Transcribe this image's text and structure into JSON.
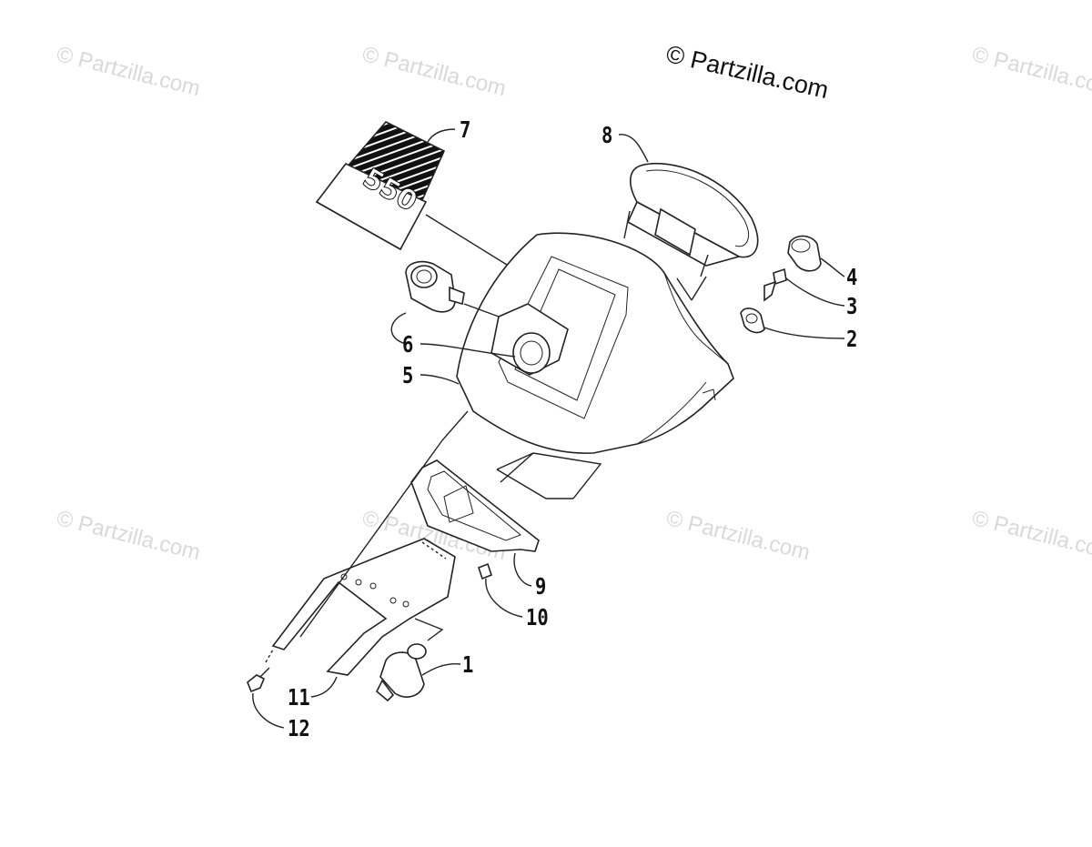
{
  "watermark": {
    "text": "© Partzilla.com",
    "copyright": "© Partzilla.com"
  },
  "callouts": [
    {
      "id": "1",
      "label": "1"
    },
    {
      "id": "2",
      "label": "2"
    },
    {
      "id": "3",
      "label": "3"
    },
    {
      "id": "4",
      "label": "4"
    },
    {
      "id": "5",
      "label": "5"
    },
    {
      "id": "6",
      "label": "6"
    },
    {
      "id": "7",
      "label": "7"
    },
    {
      "id": "8",
      "label": "8"
    },
    {
      "id": "9",
      "label": "9"
    },
    {
      "id": "10",
      "label": "10"
    },
    {
      "id": "11",
      "label": "11"
    },
    {
      "id": "12",
      "label": "12"
    }
  ],
  "decal_text": "550"
}
